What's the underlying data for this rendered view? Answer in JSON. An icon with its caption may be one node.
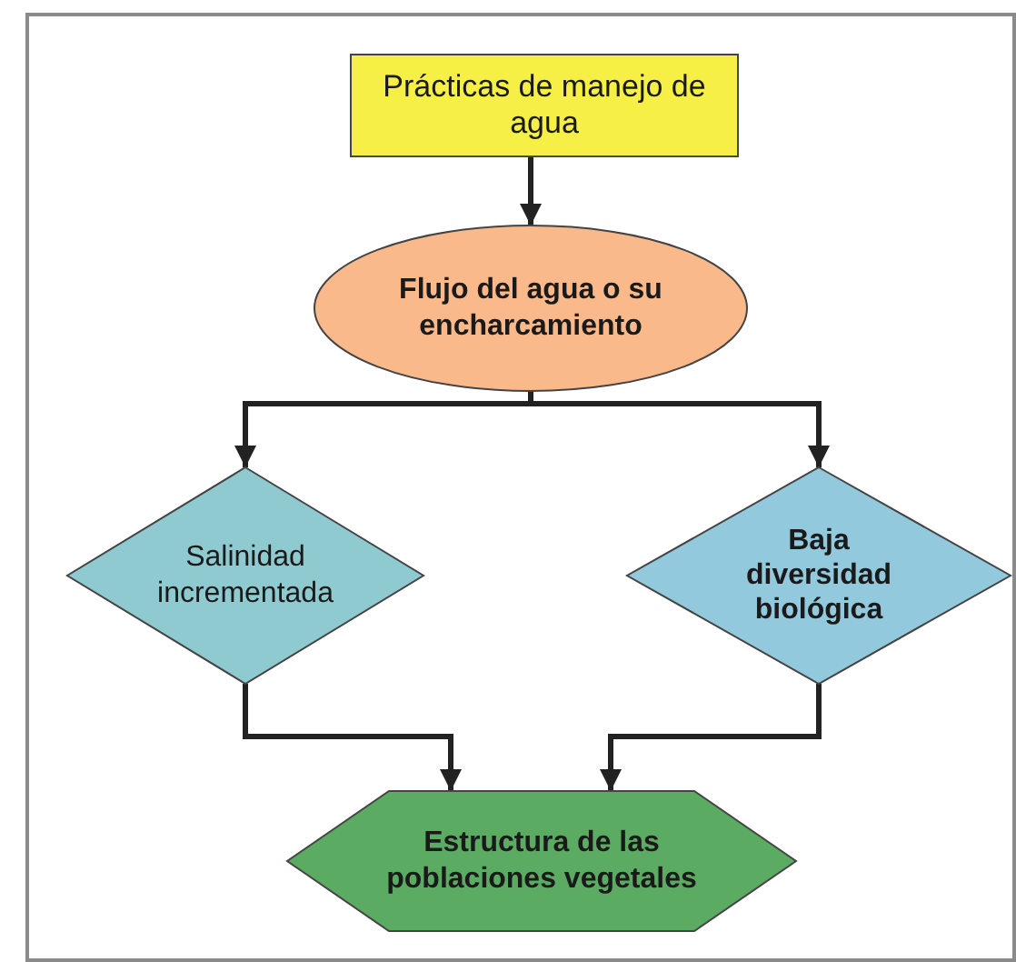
{
  "diagram": {
    "nodes": [
      {
        "text": [
          "Prácticas de manejo de agua"
        ]
      },
      {
        "text": [
          "Flujo del agua o su encharcamiento"
        ]
      },
      {
        "text": [
          "Salinidad incrementada"
        ]
      },
      {
        "text": [
          "Baja diversidad biológica"
        ]
      },
      {
        "text": [
          "Estructura de las poblaciones vegetales"
        ]
      }
    ],
    "edges": [
      {
        "from": 0,
        "to": 1,
        "arrow": "to"
      },
      {
        "from": 1,
        "to": 2,
        "arrow": "to"
      },
      {
        "from": 1,
        "to": 3,
        "arrow": "to"
      },
      {
        "from": 2,
        "to": 4,
        "arrow": "to"
      },
      {
        "from": 3,
        "to": 4,
        "arrow": "to"
      }
    ]
  }
}
